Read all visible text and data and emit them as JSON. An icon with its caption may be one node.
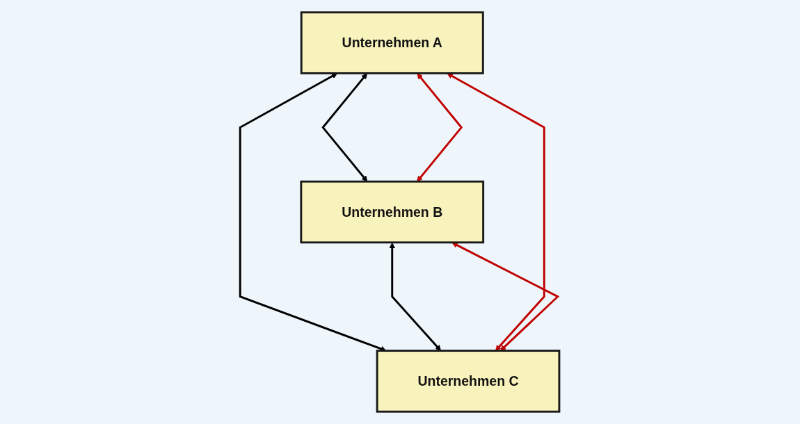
{
  "diagram": {
    "nodes": [
      {
        "text": [
          "Unternehmen A"
        ]
      },
      {
        "text": [
          "Unternehmen B"
        ]
      },
      {
        "text": [
          "Unternehmen C"
        ]
      }
    ],
    "edges": [
      {
        "from": 0,
        "to": 1,
        "arrow": "both"
      },
      {
        "from": 0,
        "to": 2,
        "arrow": "both"
      },
      {
        "from": 1,
        "to": 2,
        "arrow": "both"
      },
      {
        "from": 0,
        "to": 1,
        "arrow": "both",
        "color": "#c00000"
      },
      {
        "from": 0,
        "to": 2,
        "arrow": "both",
        "color": "#c00000"
      },
      {
        "from": 1,
        "to": 2,
        "arrow": "both",
        "color": "#c00000"
      }
    ]
  }
}
